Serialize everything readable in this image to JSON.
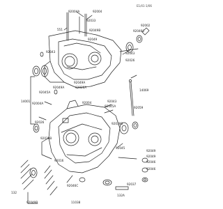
{
  "diagram": {
    "code": "E1/41-1/06",
    "labels": [
      "92004A",
      "92004",
      "92033",
      "92002",
      "551",
      "92049B",
      "92046C",
      "92049",
      "92043",
      "92043",
      "92026",
      "92049A",
      "92049A",
      "92026A",
      "92045A",
      "14001",
      "92004A",
      "92004",
      "92043",
      "92045A",
      "14069",
      "92059",
      "92026",
      "92039B",
      "92045",
      "92049",
      "92049",
      "92046",
      "92046",
      "92039B",
      "92016",
      "92046C",
      "92037",
      "132",
      "132A",
      "92049B",
      "11038"
    ]
  }
}
